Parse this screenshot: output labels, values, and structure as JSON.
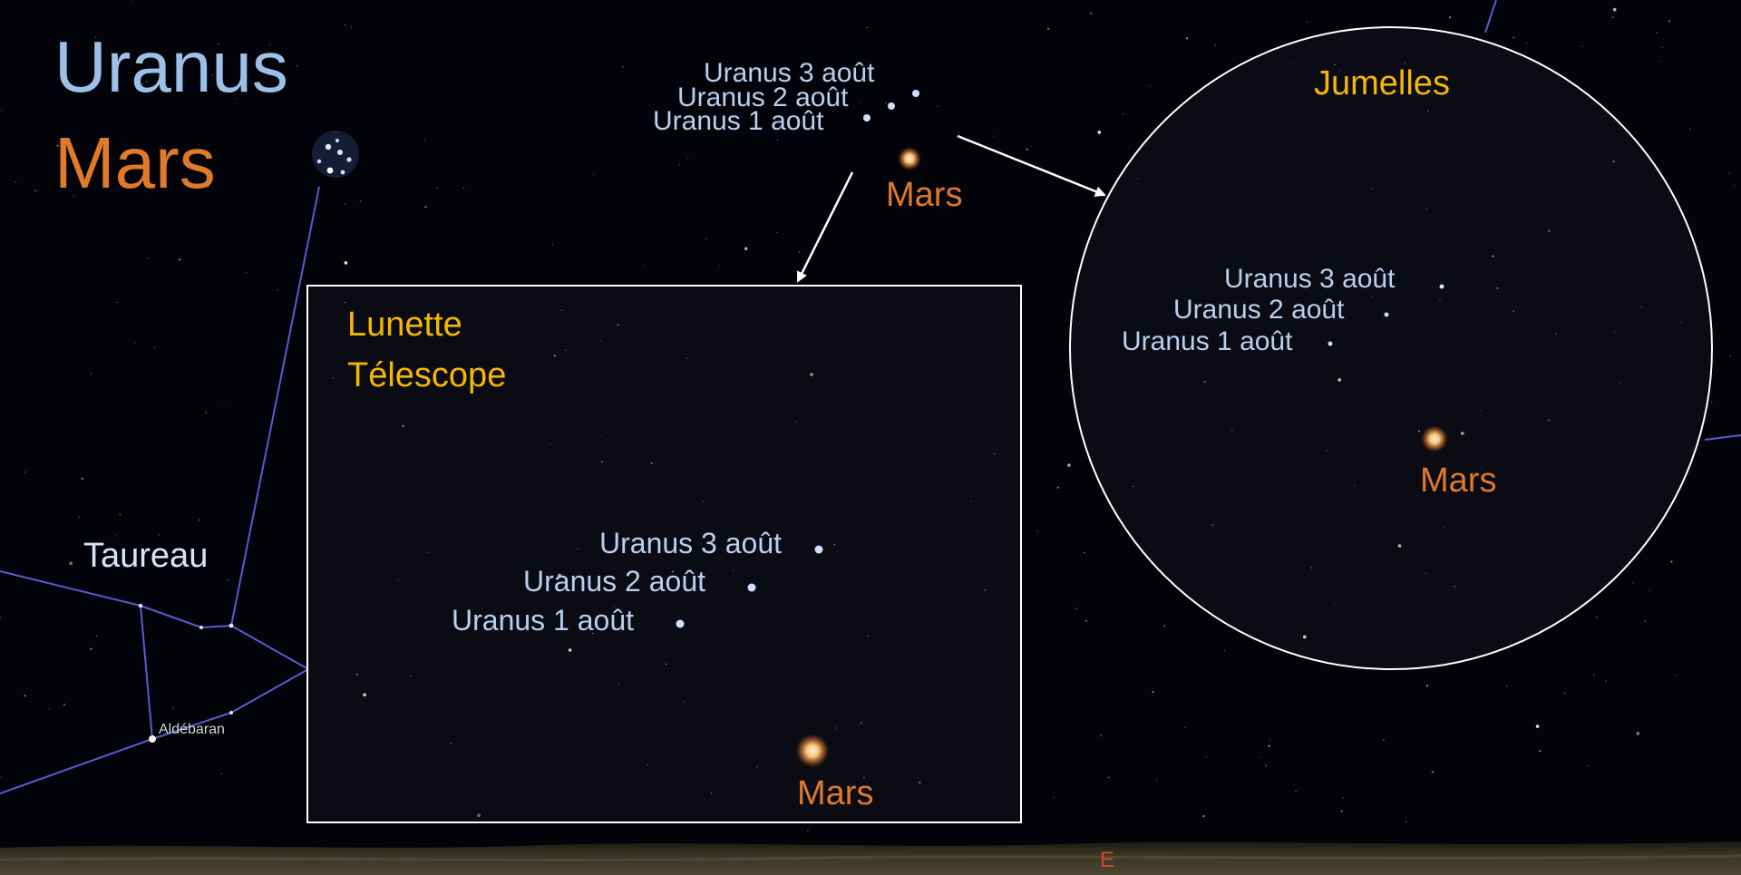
{
  "title": {
    "line1": "Uranus",
    "line2": "Mars"
  },
  "colors": {
    "uranus": "#9cc0e8",
    "mars": "#e07a2a",
    "instrument": "#f5b700",
    "constellation_line": "#5a5ad0",
    "frame": "#ffffff"
  },
  "constellation": {
    "name": "Taureau",
    "star": "Aldébaran"
  },
  "main_view": {
    "uranus_labels": [
      "Uranus 3 août",
      "Uranus 2 août",
      "Uranus 1 août"
    ],
    "mars_label": "Mars"
  },
  "telescope_view": {
    "title_line1": "Lunette",
    "title_line2": "Télescope",
    "uranus_labels": [
      "Uranus 3 août",
      "Uranus 2 août",
      "Uranus 1 août"
    ],
    "mars_label": "Mars"
  },
  "binoculars_view": {
    "title": "Jumelles",
    "uranus_labels": [
      "Uranus 3 août",
      "Uranus 2 août",
      "Uranus 1 août"
    ],
    "mars_label": "Mars"
  },
  "horizon": {
    "cardinal": "E"
  }
}
